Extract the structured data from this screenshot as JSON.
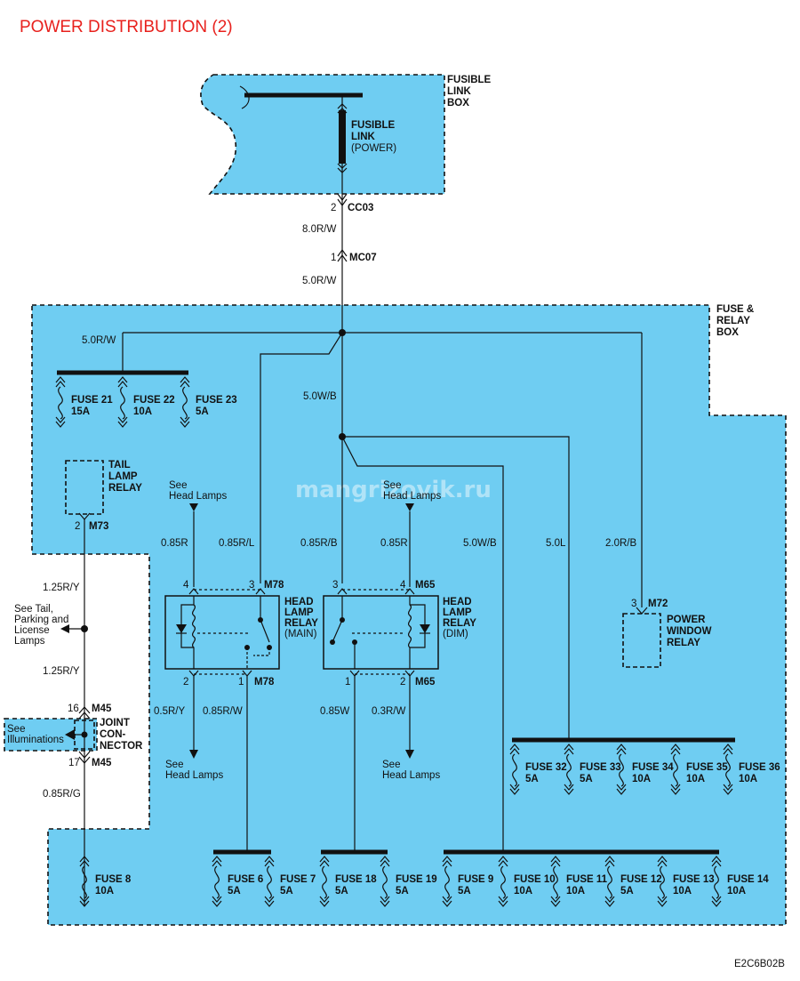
{
  "title": "POWER DISTRIBUTION (2)",
  "watermark": "mangrizovik.ru",
  "code": "E2C6B02B",
  "fusible_link_box": {
    "name": [
      "FUSIBLE",
      "LINK",
      "BOX"
    ],
    "link": [
      "FUSIBLE",
      "LINK",
      "(POWER)"
    ]
  },
  "fuse_relay_box": [
    "FUSE &",
    "RELAY",
    "BOX"
  ],
  "connectors": {
    "cc03": {
      "pin": "2",
      "name": "CC03"
    },
    "mc07": {
      "pin": "1",
      "name": "MC07"
    },
    "m73": {
      "pin": "2",
      "name": "M73"
    },
    "m78_top": {
      "pin_a": "4",
      "pin_b": "3",
      "name": "M78"
    },
    "m78_bot": {
      "pin_a": "2",
      "pin_b": "1",
      "name": "M78"
    },
    "m65_top": {
      "pin_a": "3",
      "pin_b": "4",
      "name": "M65"
    },
    "m65_bot": {
      "pin_a": "1",
      "pin_b": "2",
      "name": "M65"
    },
    "m72": {
      "pin": "3",
      "name": "M72"
    },
    "m45_top": {
      "pin": "16",
      "name": "M45"
    },
    "m45_bot": {
      "pin": "17",
      "name": "M45"
    }
  },
  "wires": {
    "w_8_0rw": "8.0R/W",
    "w_5_0rw_a": "5.0R/W",
    "w_5_0rw_b": "5.0R/W",
    "w_5_0wb_a": "5.0W/B",
    "w_5_0wb_b": "5.0W/B",
    "w_5_0l": "5.0L",
    "w_2_0rb": "2.0R/B",
    "w_0_85r_a": "0.85R",
    "w_0_85rl": "0.85R/L",
    "w_0_85rb": "0.85R/B",
    "w_0_85r_b": "0.85R",
    "w_0_5ry": "0.5R/Y",
    "w_0_85rw": "0.85R/W",
    "w_0_85w": "0.85W",
    "w_0_3rw": "0.3R/W",
    "w_1_25ry_a": "1.25R/Y",
    "w_1_25ry_b": "1.25R/Y",
    "w_0_85rg": "0.85R/G"
  },
  "components": {
    "tail_lamp_relay": [
      "TAIL",
      "LAMP",
      "RELAY"
    ],
    "head_lamp_relay_main": [
      "HEAD",
      "LAMP",
      "RELAY",
      "(MAIN)"
    ],
    "head_lamp_relay_dim": [
      "HEAD",
      "LAMP",
      "RELAY",
      "(DIM)"
    ],
    "power_window_relay": [
      "POWER",
      "WINDOW",
      "RELAY"
    ],
    "joint_connector": [
      "JOINT",
      "CON-",
      "NECTOR"
    ]
  },
  "references": {
    "see_head_lamps": [
      "See",
      "Head Lamps"
    ],
    "see_tail": [
      "See Tail,",
      "Parking and",
      "License",
      "Lamps"
    ],
    "see_illuminations": [
      "See",
      "Illuminations"
    ]
  },
  "fuses": [
    {
      "name": "FUSE 21",
      "rating": "15A"
    },
    {
      "name": "FUSE 22",
      "rating": "10A"
    },
    {
      "name": "FUSE 23",
      "rating": "5A"
    },
    {
      "name": "FUSE 32",
      "rating": "5A"
    },
    {
      "name": "FUSE 33",
      "rating": "5A"
    },
    {
      "name": "FUSE 34",
      "rating": "10A"
    },
    {
      "name": "FUSE 35",
      "rating": "10A"
    },
    {
      "name": "FUSE 36",
      "rating": "10A"
    },
    {
      "name": "FUSE 8",
      "rating": "10A"
    },
    {
      "name": "FUSE 6",
      "rating": "5A"
    },
    {
      "name": "FUSE 7",
      "rating": "5A"
    },
    {
      "name": "FUSE 18",
      "rating": "5A"
    },
    {
      "name": "FUSE 19",
      "rating": "5A"
    },
    {
      "name": "FUSE 9",
      "rating": "5A"
    },
    {
      "name": "FUSE 10",
      "rating": "10A"
    },
    {
      "name": "FUSE 11",
      "rating": "10A"
    },
    {
      "name": "FUSE 12",
      "rating": "5A"
    },
    {
      "name": "FUSE 13",
      "rating": "10A"
    },
    {
      "name": "FUSE 14",
      "rating": "10A"
    }
  ]
}
